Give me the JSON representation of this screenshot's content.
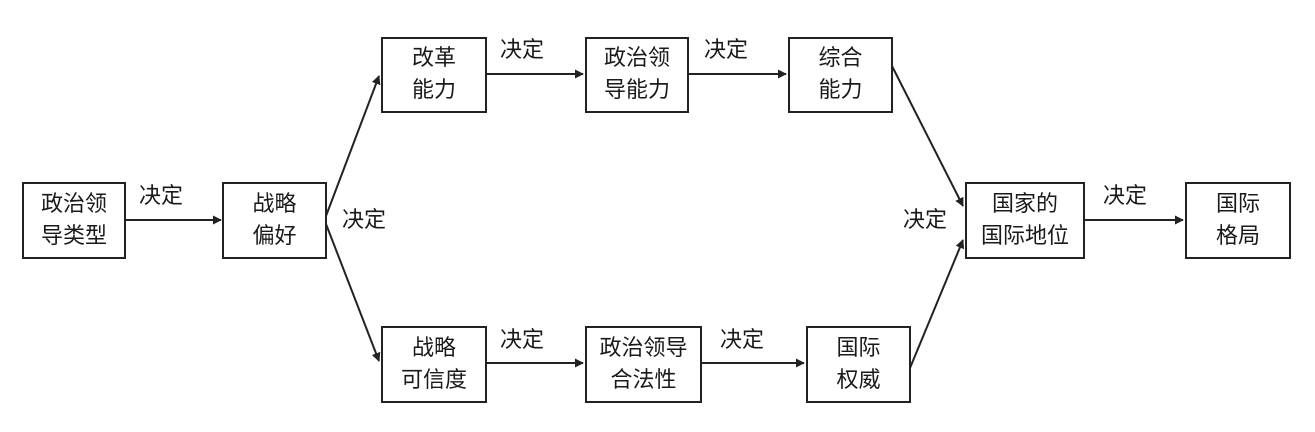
{
  "nodes": {
    "leadership_type": [
      "政治领",
      "导类型"
    ],
    "strategic_preference": [
      "战略",
      "偏好"
    ],
    "reform_capacity": [
      "改革",
      "能力"
    ],
    "political_leadership_capacity": [
      "政治领",
      "导能力"
    ],
    "comprehensive_capacity": [
      "综合",
      "能力"
    ],
    "strategic_credibility": [
      "战略",
      "可信度"
    ],
    "political_legitimacy": [
      "政治领导",
      "合法性"
    ],
    "international_authority": [
      "国际",
      "权威"
    ],
    "international_status": [
      "国家的",
      "国际地位"
    ],
    "international_pattern": [
      "国际",
      "格局"
    ]
  },
  "edge_label": "决定",
  "colors": {
    "line": "#222222",
    "text": "#1a1a1a",
    "background": "#ffffff"
  }
}
